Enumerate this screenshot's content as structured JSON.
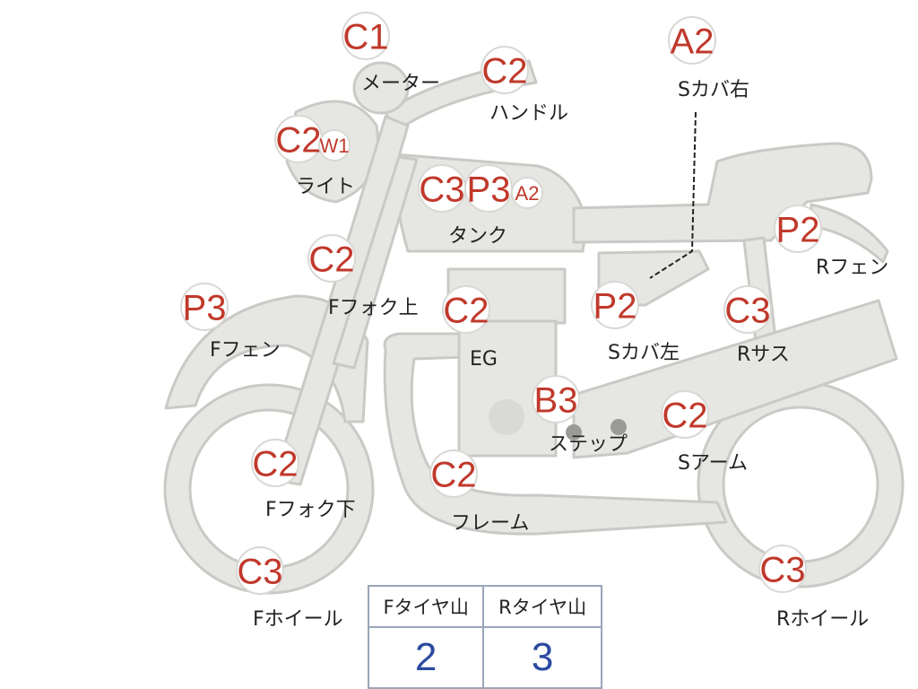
{
  "colors": {
    "body_fill": "#e6e6e3",
    "body_stroke": "#c9c9c6",
    "grade_text": "#c0392b",
    "label_text": "#222222",
    "tire_value": "#2b4aa0",
    "table_border": "#9aa5b8"
  },
  "parts": [
    {
      "id": "meter",
      "grade": "C1",
      "label": "メーター"
    },
    {
      "id": "handle",
      "grade": "C2",
      "label": "ハンドル"
    },
    {
      "id": "scover-right",
      "grade": "A2",
      "label": "Sカバ右"
    },
    {
      "id": "light",
      "grade": "C2",
      "sub_grade": "W1",
      "label": "ライト"
    },
    {
      "id": "tank",
      "grades": [
        "C3",
        "P3",
        "A2"
      ],
      "label": "タンク"
    },
    {
      "id": "rfender",
      "grade": "P2",
      "label": "Rフェン"
    },
    {
      "id": "ffork-upper",
      "grade": "C2",
      "label": "Fフォク上"
    },
    {
      "id": "ffender",
      "grade": "P3",
      "label": "Fフェン"
    },
    {
      "id": "engine",
      "grade": "C2",
      "label": "EG"
    },
    {
      "id": "scover-left",
      "grade": "P2",
      "label": "Sカバ左"
    },
    {
      "id": "rsus",
      "grade": "C3",
      "label": "Rサス"
    },
    {
      "id": "step",
      "grade": "B3",
      "label": "ステップ"
    },
    {
      "id": "swingarm",
      "grade": "C2",
      "label": "Sアーム"
    },
    {
      "id": "ffork-lower",
      "grade": "C2",
      "label": "Fフォク下"
    },
    {
      "id": "frame",
      "grade": "C2",
      "label": "フレーム"
    },
    {
      "id": "fwheel",
      "grade": "C3",
      "label": "Fホイール"
    },
    {
      "id": "rwheel",
      "grade": "C3",
      "label": "Rホイール"
    }
  ],
  "tire_table": {
    "headers": [
      "Fタイヤ山",
      "Rタイヤ山"
    ],
    "values": [
      "2",
      "3"
    ]
  }
}
